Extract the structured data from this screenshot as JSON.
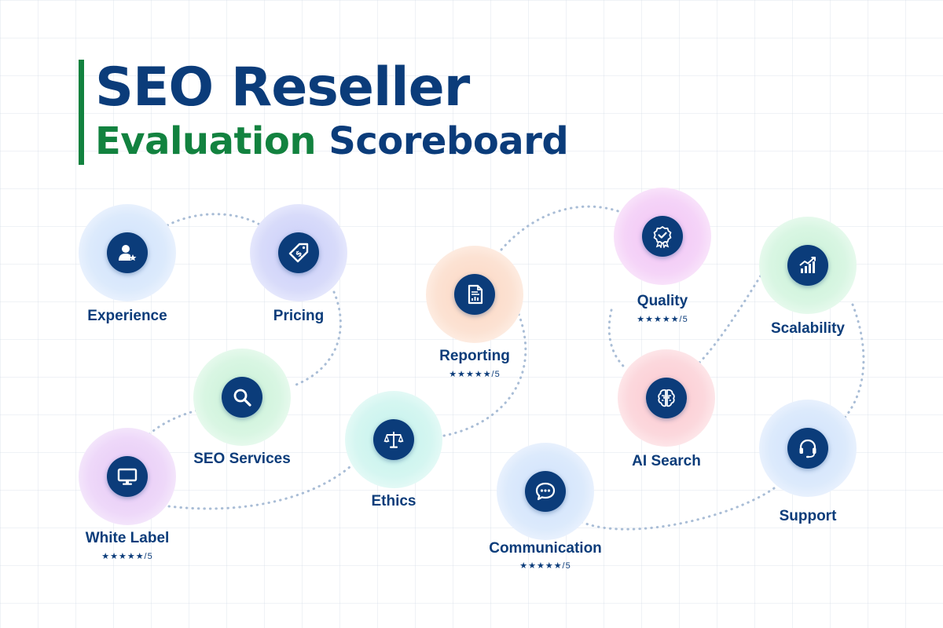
{
  "title": {
    "line1": "SEO Reseller",
    "line2_accent": "Evaluation",
    "line2_rest": " Scoreboard"
  },
  "colors": {
    "navy": "#0b3c7a",
    "green": "#12823f"
  },
  "nodes": [
    {
      "id": "experience",
      "label": "Experience",
      "icon": "user-star-icon",
      "halo": "blue"
    },
    {
      "id": "pricing",
      "label": "Pricing",
      "icon": "price-tag-icon",
      "halo": "indigo"
    },
    {
      "id": "seo-services",
      "label": "SEO Services",
      "icon": "magnifier-icon",
      "halo": "green"
    },
    {
      "id": "white-label",
      "label": "White Label",
      "icon": "monitor-icon",
      "halo": "violet",
      "rating": "★★★★★/5"
    },
    {
      "id": "ethics",
      "label": "Ethics",
      "icon": "balance-scale-icon",
      "halo": "teal"
    },
    {
      "id": "reporting",
      "label": "Reporting",
      "icon": "report-document-icon",
      "halo": "orange",
      "rating": "★★★★★/5"
    },
    {
      "id": "communication",
      "label": "Communication",
      "icon": "chat-bubble-icon",
      "halo": "blue",
      "rating": "★★★★★/5"
    },
    {
      "id": "quality",
      "label": "Quality",
      "icon": "quality-badge-icon",
      "halo": "magenta",
      "rating": "★★★★★/5"
    },
    {
      "id": "ai-search",
      "label": "AI Search",
      "icon": "brain-icon",
      "halo": "pink"
    },
    {
      "id": "scalability",
      "label": "Scalability",
      "icon": "growth-chart-icon",
      "halo": "green"
    },
    {
      "id": "support",
      "label": "Support",
      "icon": "headset-icon",
      "halo": "blue"
    }
  ]
}
